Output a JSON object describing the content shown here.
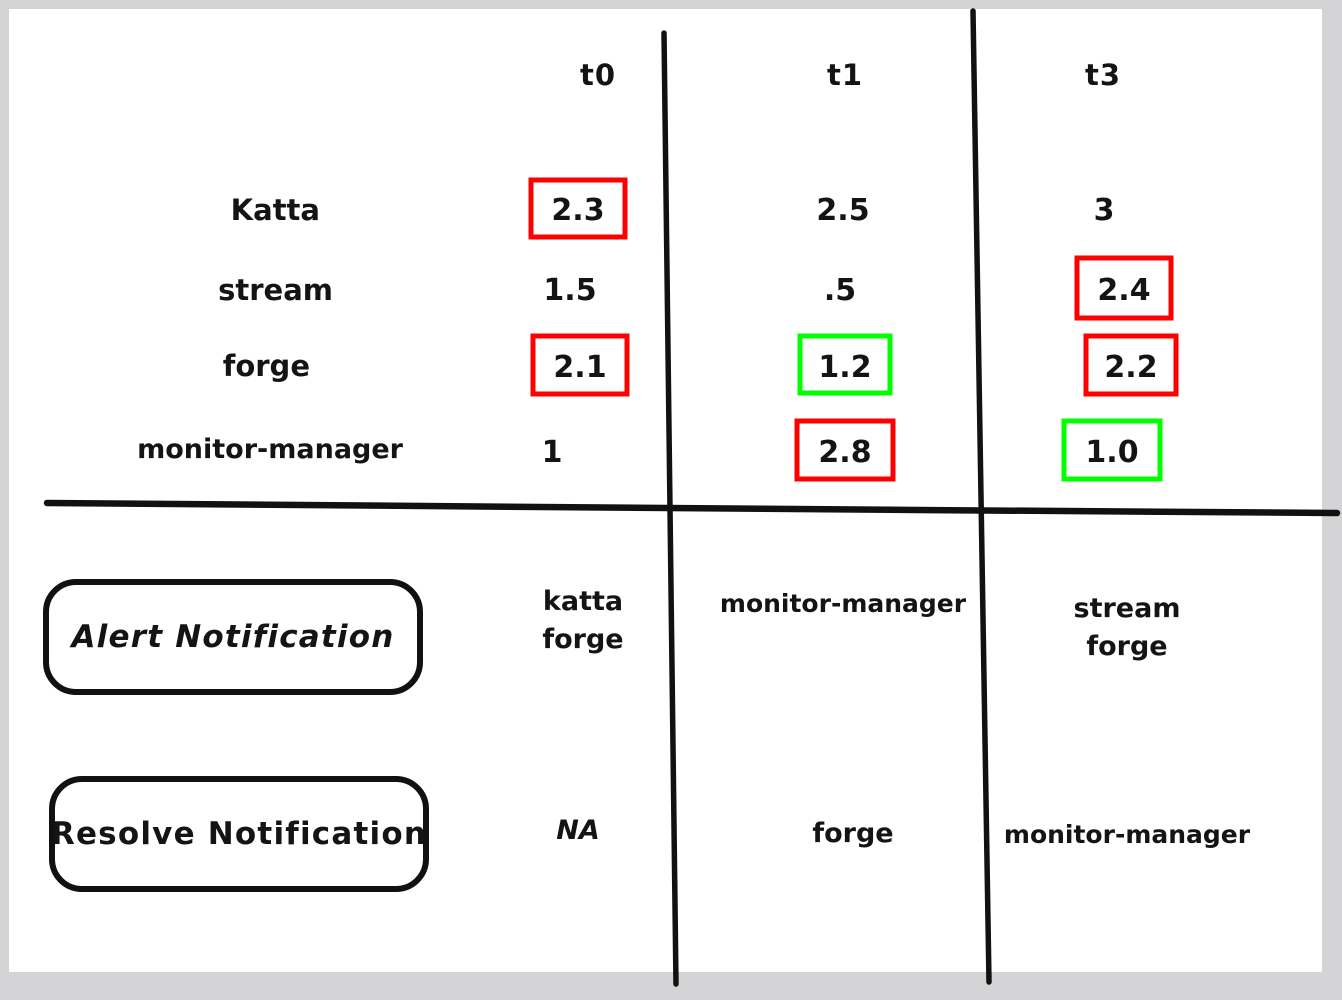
{
  "canvas": {
    "background_color": "#ffffff",
    "mat_color": "#d4d4d6",
    "ink_color": "#141414",
    "highlight_alert_color": "#ff0000",
    "highlight_ok_color": "#00ff00"
  },
  "table": {
    "columns": [
      "t0",
      "t1",
      "t3"
    ],
    "row_labels": [
      "Katta",
      "stream",
      "forge",
      "monitor-manager"
    ],
    "rows": [
      {
        "label": "Katta",
        "cells": [
          {
            "value": "2.3",
            "box": "red"
          },
          {
            "value": "2.5",
            "box": "none"
          },
          {
            "value": "3",
            "box": "none"
          }
        ]
      },
      {
        "label": "stream",
        "cells": [
          {
            "value": "1.5",
            "box": "none"
          },
          {
            "value": ".5",
            "box": "none"
          },
          {
            "value": "2.4",
            "box": "red"
          }
        ]
      },
      {
        "label": "forge",
        "cells": [
          {
            "value": "2.1",
            "box": "red"
          },
          {
            "value": "1.2",
            "box": "green"
          },
          {
            "value": "2.2",
            "box": "red"
          }
        ]
      },
      {
        "label": "monitor-manager",
        "cells": [
          {
            "value": "1",
            "box": "none"
          },
          {
            "value": "2.8",
            "box": "red"
          },
          {
            "value": "1.0",
            "box": "green"
          }
        ]
      }
    ]
  },
  "notifications": [
    {
      "tag": "Alert Notification",
      "cells": [
        {
          "lines": [
            "katta",
            "forge"
          ]
        },
        {
          "lines": [
            "monitor-manager"
          ]
        },
        {
          "lines": [
            "stream",
            "forge"
          ]
        }
      ]
    },
    {
      "tag": "Resolve Notification",
      "cells": [
        {
          "lines": [
            "NA"
          ]
        },
        {
          "lines": [
            "forge"
          ]
        },
        {
          "lines": [
            "monitor-manager"
          ]
        }
      ]
    }
  ],
  "chart_data": {
    "type": "table",
    "title": "",
    "categories": [
      "t0",
      "t1",
      "t3"
    ],
    "series": [
      {
        "name": "Katta",
        "values": [
          2.3,
          2.5,
          3.0
        ]
      },
      {
        "name": "stream",
        "values": [
          1.5,
          0.5,
          2.4
        ]
      },
      {
        "name": "forge",
        "values": [
          2.1,
          1.2,
          2.2
        ]
      },
      {
        "name": "monitor-manager",
        "values": [
          1.0,
          2.8,
          1.0
        ]
      }
    ],
    "annotations": [
      {
        "series": "Katta",
        "x": "t0",
        "value": 2.3,
        "box": "red"
      },
      {
        "series": "stream",
        "x": "t3",
        "value": 2.4,
        "box": "red"
      },
      {
        "series": "forge",
        "x": "t0",
        "value": 2.1,
        "box": "red"
      },
      {
        "series": "forge",
        "x": "t1",
        "value": 1.2,
        "box": "green"
      },
      {
        "series": "forge",
        "x": "t3",
        "value": 2.2,
        "box": "red"
      },
      {
        "series": "monitor-manager",
        "x": "t1",
        "value": 2.8,
        "box": "red"
      },
      {
        "series": "monitor-manager",
        "x": "t3",
        "value": 1.0,
        "box": "green"
      }
    ],
    "alert_notification": {
      "t0": [
        "katta",
        "forge"
      ],
      "t1": [
        "monitor-manager"
      ],
      "t3": [
        "stream",
        "forge"
      ]
    },
    "resolve_notification": {
      "t0": [
        "NA"
      ],
      "t1": [
        "forge"
      ],
      "t3": [
        "monitor-manager"
      ]
    },
    "xlabel": "",
    "ylabel": "",
    "grid": false,
    "legend": "none"
  }
}
